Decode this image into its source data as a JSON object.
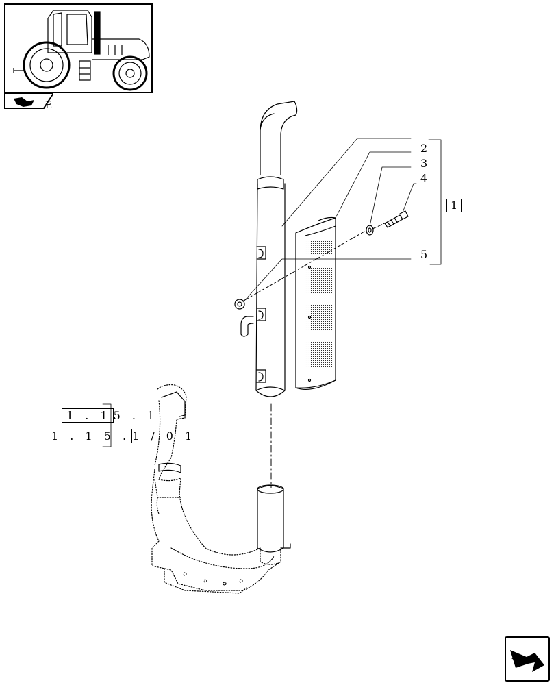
{
  "thumbnail": {
    "tab_letter": "E",
    "tab_icon": "tractor-section-icon"
  },
  "callouts": {
    "c1": "1",
    "c2": "2",
    "c3": "3",
    "c4": "4",
    "c5": "5"
  },
  "references": {
    "ref_a_boxed": "1 . 1",
    "ref_a_rest": "5 . 1",
    "ref_b_boxed": "1 . 1 5 .",
    "ref_b_rest": "1 / 0 1"
  },
  "navigation": {
    "next_icon": "next-page-arrow-icon"
  }
}
